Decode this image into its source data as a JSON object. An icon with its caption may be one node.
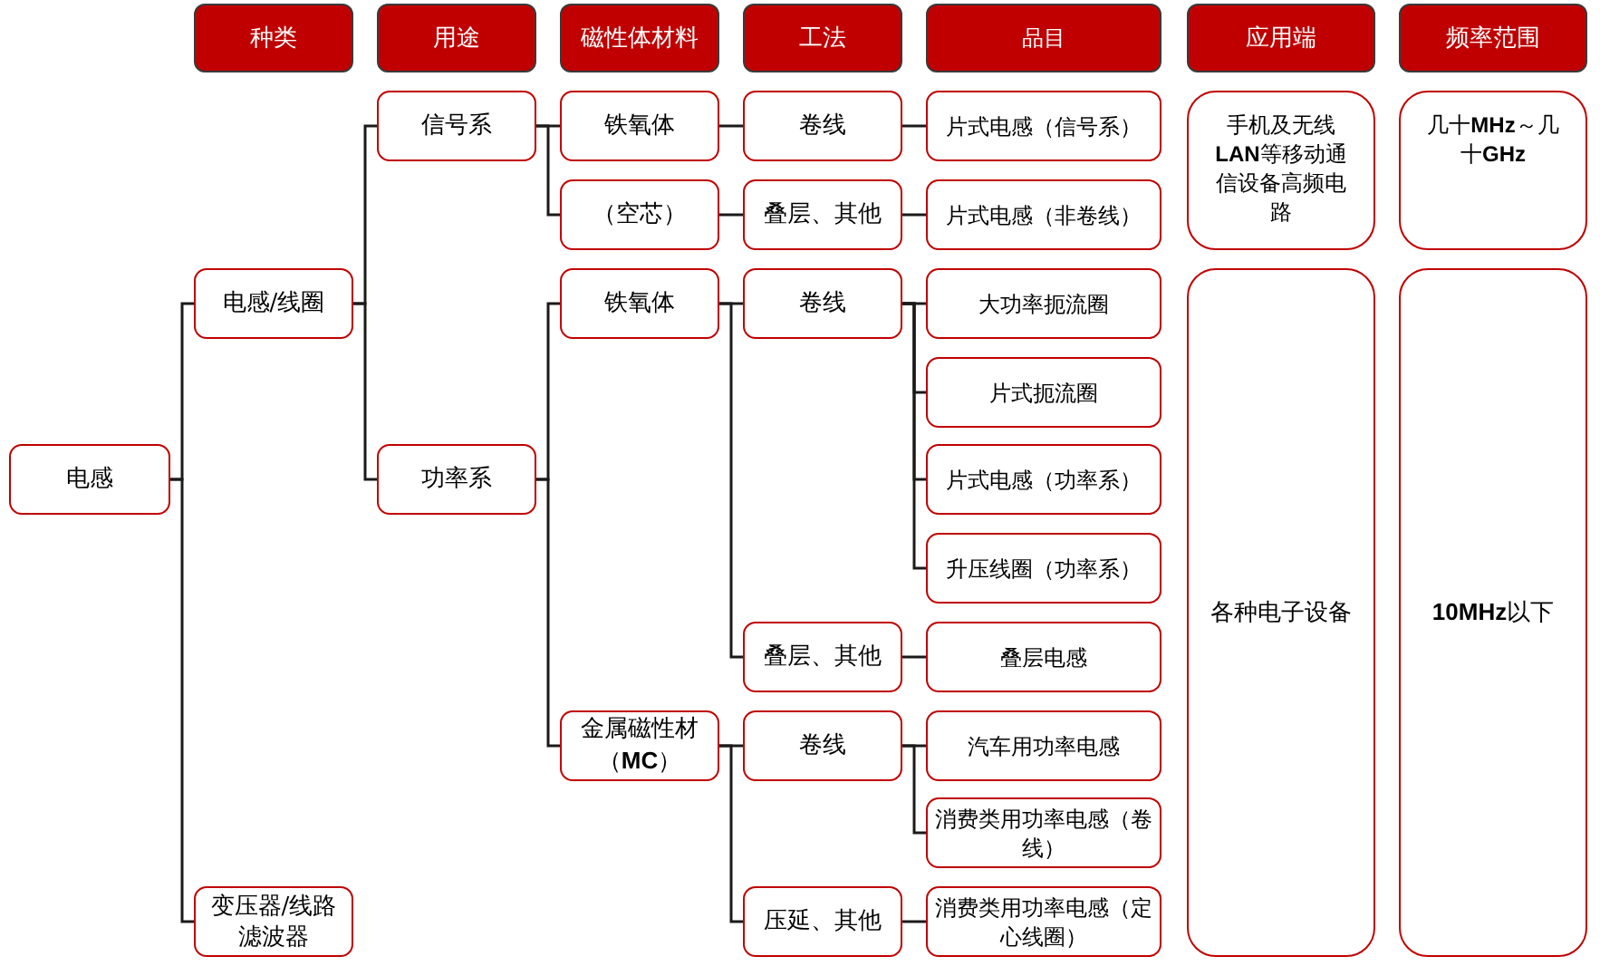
{
  "diagram": {
    "nodes": [
      {
        "text": [
          "种类"
        ]
      },
      {
        "text": [
          "用途"
        ]
      },
      {
        "text": [
          "磁性体材料"
        ]
      },
      {
        "text": [
          "工法"
        ]
      },
      {
        "text": [
          "品目"
        ]
      },
      {
        "text": [
          "应用端"
        ]
      },
      {
        "text": [
          "频率范围"
        ]
      },
      {
        "text": [
          "电感"
        ]
      },
      {
        "text": [
          "电感/线圈"
        ]
      },
      {
        "text": [
          "变压器/线路滤波器"
        ]
      },
      {
        "text": [
          "信号系"
        ]
      },
      {
        "text": [
          "功率系"
        ]
      },
      {
        "text": [
          "铁氧体"
        ]
      },
      {
        "text": [
          "（空芯）"
        ]
      },
      {
        "text": [
          "铁氧体"
        ]
      },
      {
        "text": [
          "金属磁性材（**MC**）"
        ]
      },
      {
        "text": [
          "卷线"
        ]
      },
      {
        "text": [
          "叠层、其他"
        ]
      },
      {
        "text": [
          "卷线"
        ]
      },
      {
        "text": [
          "叠层、其他"
        ]
      },
      {
        "text": [
          "卷线"
        ]
      },
      {
        "text": [
          "压延、其他"
        ]
      },
      {
        "text": [
          "片式电感（信号系）"
        ]
      },
      {
        "text": [
          "片式电感（非卷线）"
        ]
      },
      {
        "text": [
          "大功率扼流圈"
        ]
      },
      {
        "text": [
          "片式扼流圈"
        ]
      },
      {
        "text": [
          "片式电感（功率系）"
        ]
      },
      {
        "text": [
          "升压线圈（功率系）"
        ]
      },
      {
        "text": [
          "叠层电感"
        ]
      },
      {
        "text": [
          "汽车用功率电感"
        ]
      },
      {
        "text": [
          "消费类用功率电感（卷线）"
        ]
      },
      {
        "text": [
          "消费类用功率电感（定心线圈）"
        ]
      },
      {
        "text": [
          "手机及无线**LAN**等移动通信设备高频电路"
        ]
      },
      {
        "text": [
          "几十**MHz**～几十**GHz**"
        ]
      },
      {
        "text": [
          "各种电子设备"
        ]
      },
      {
        "text": [
          "**10MHz**以下"
        ]
      }
    ],
    "edges": [
      {
        "from": 7,
        "to": 8,
        "arrow": "none"
      },
      {
        "from": 7,
        "to": 9,
        "arrow": "none"
      },
      {
        "from": 8,
        "to": 10,
        "arrow": "none"
      },
      {
        "from": 8,
        "to": 11,
        "arrow": "none"
      },
      {
        "from": 10,
        "to": 12,
        "arrow": "none"
      },
      {
        "from": 10,
        "to": 13,
        "arrow": "none"
      },
      {
        "from": 11,
        "to": 14,
        "arrow": "none"
      },
      {
        "from": 11,
        "to": 15,
        "arrow": "none"
      },
      {
        "from": 12,
        "to": 16,
        "arrow": "none"
      },
      {
        "from": 13,
        "to": 17,
        "arrow": "none"
      },
      {
        "from": 14,
        "to": 18,
        "arrow": "none"
      },
      {
        "from": 14,
        "to": 19,
        "arrow": "none"
      },
      {
        "from": 15,
        "to": 20,
        "arrow": "none"
      },
      {
        "from": 15,
        "to": 21,
        "arrow": "none"
      },
      {
        "from": 16,
        "to": 22,
        "arrow": "none"
      },
      {
        "from": 17,
        "to": 23,
        "arrow": "none"
      },
      {
        "from": 18,
        "to": 24,
        "arrow": "none"
      },
      {
        "from": 18,
        "to": 25,
        "arrow": "none"
      },
      {
        "from": 18,
        "to": 26,
        "arrow": "none"
      },
      {
        "from": 18,
        "to": 27,
        "arrow": "none"
      },
      {
        "from": 19,
        "to": 28,
        "arrow": "none"
      },
      {
        "from": 20,
        "to": 29,
        "arrow": "none"
      },
      {
        "from": 20,
        "to": 30,
        "arrow": "none"
      },
      {
        "from": 21,
        "to": 31,
        "arrow": "none"
      }
    ]
  }
}
